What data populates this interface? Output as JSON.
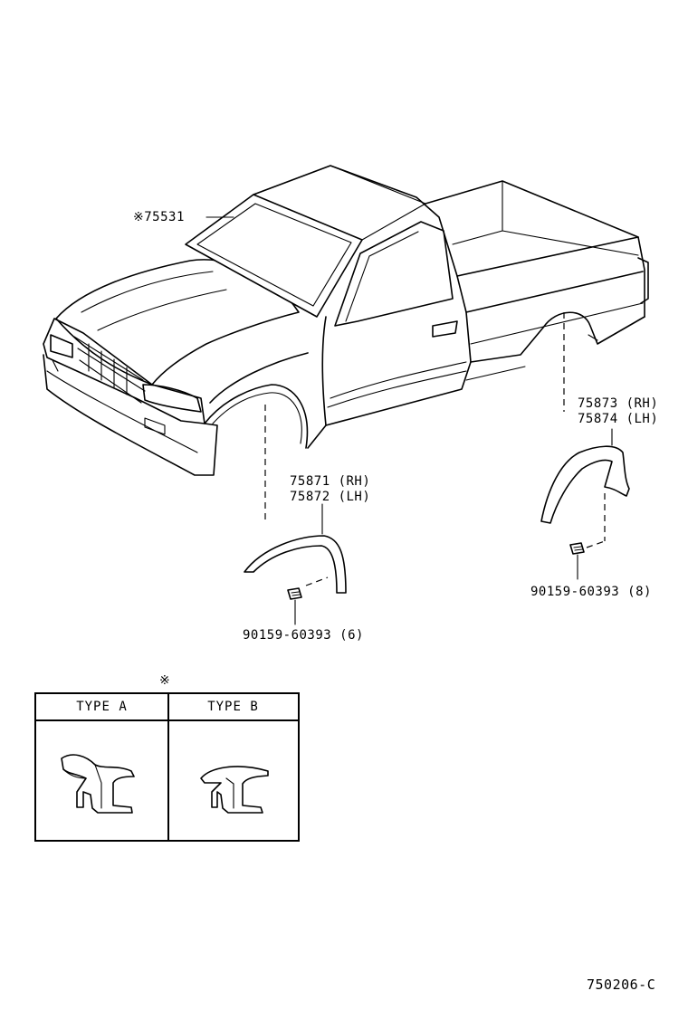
{
  "diagram_code": "750206-C",
  "callouts": {
    "windshield_molding": "※75531",
    "front_flare_rh": "75871 (RH)",
    "front_flare_lh": "75872 (LH)",
    "rear_flare_rh": "75873 (RH)",
    "rear_flare_lh": "75874 (LH)",
    "front_screw": "90159-60393 (6)",
    "rear_screw": "90159-60393 (8)"
  },
  "type_table": {
    "marker": "※",
    "type_a": "TYPE  A",
    "type_b": "TYPE  B"
  }
}
